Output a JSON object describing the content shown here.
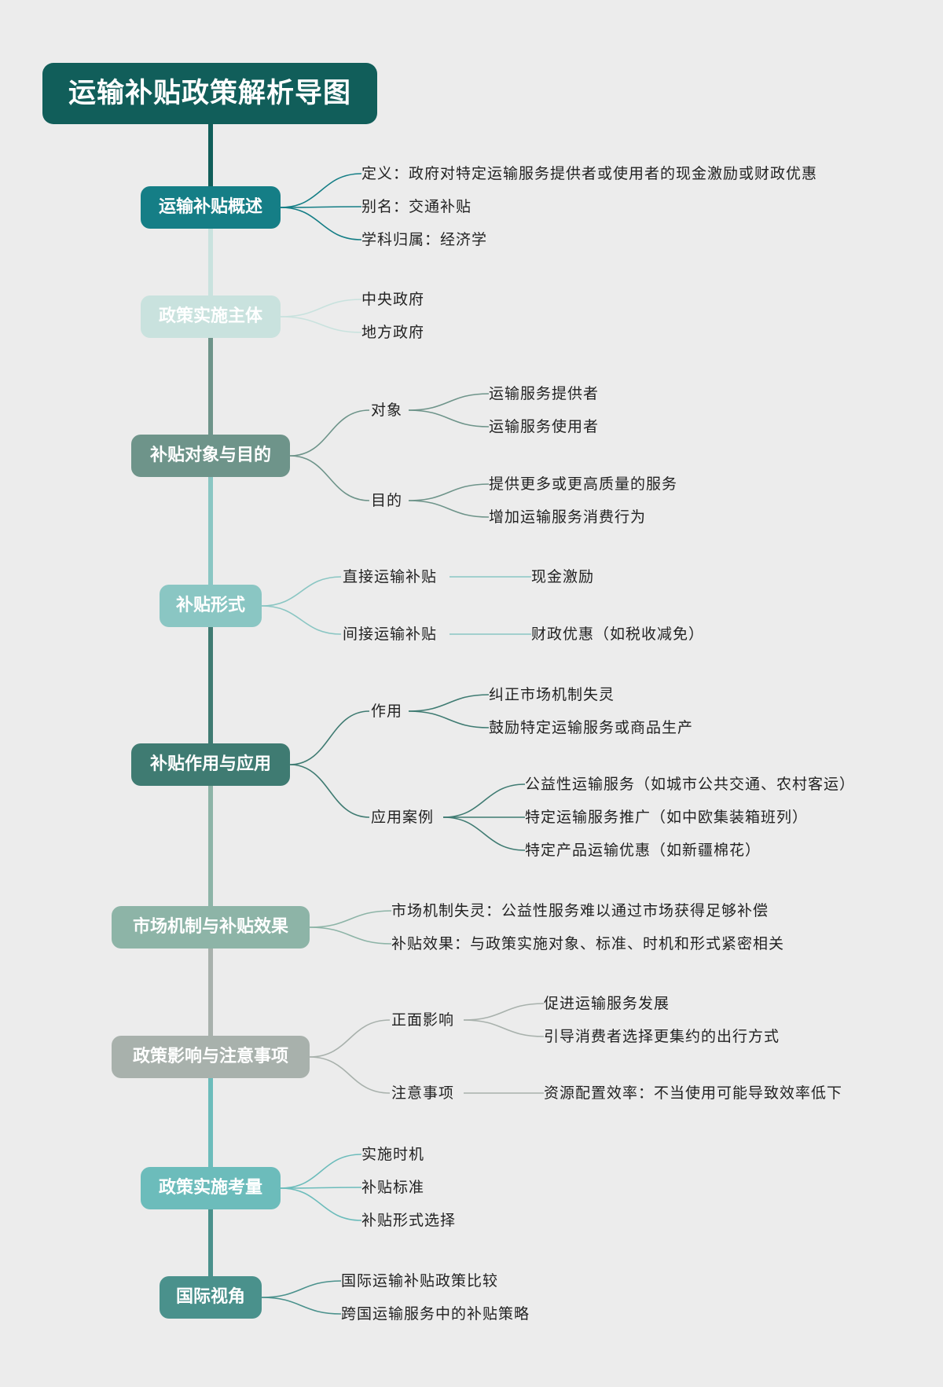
{
  "title": "运输补贴政策解析导图",
  "colors": {
    "background": "#ececec",
    "title_bg": "#115e5a",
    "overview": "#157e86",
    "subject": "#c9e2de",
    "target": "#6e948a",
    "form": "#8ac6c3",
    "effect": "#3f7b72",
    "market": "#8db4a7",
    "impact": "#a8b1ac",
    "consider": "#6cbcbb",
    "intl": "#4a918c"
  },
  "branches": [
    {
      "label": "运输补贴概述",
      "items": [
        "定义：政府对特定运输服务提供者或使用者的现金激励或财政优惠",
        "别名：交通补贴",
        "学科归属：经济学"
      ]
    },
    {
      "label": "政策实施主体",
      "items": [
        "中央政府",
        "地方政府"
      ]
    },
    {
      "label": "补贴对象与目的",
      "groups": [
        {
          "label": "对象",
          "items": [
            "运输服务提供者",
            "运输服务使用者"
          ]
        },
        {
          "label": "目的",
          "items": [
            "提供更多或更高质量的服务",
            "增加运输服务消费行为"
          ]
        }
      ]
    },
    {
      "label": "补贴形式",
      "groups": [
        {
          "label": "直接运输补贴",
          "items": [
            "现金激励"
          ]
        },
        {
          "label": "间接运输补贴",
          "items": [
            "财政优惠（如税收减免）"
          ]
        }
      ]
    },
    {
      "label": "补贴作用与应用",
      "groups": [
        {
          "label": "作用",
          "items": [
            "纠正市场机制失灵",
            "鼓励特定运输服务或商品生产"
          ]
        },
        {
          "label": "应用案例",
          "items": [
            "公益性运输服务（如城市公共交通、农村客运）",
            "特定运输服务推广（如中欧集装箱班列）",
            "特定产品运输优惠（如新疆棉花）"
          ]
        }
      ]
    },
    {
      "label": "市场机制与补贴效果",
      "items": [
        "市场机制失灵：公益性服务难以通过市场获得足够补偿",
        "补贴效果：与政策实施对象、标准、时机和形式紧密相关"
      ]
    },
    {
      "label": "政策影响与注意事项",
      "groups": [
        {
          "label": "正面影响",
          "items": [
            "促进运输服务发展",
            "引导消费者选择更集约的出行方式"
          ]
        },
        {
          "label": "注意事项",
          "items": [
            "资源配置效率：不当使用可能导致效率低下"
          ]
        }
      ]
    },
    {
      "label": "政策实施考量",
      "items": [
        "实施时机",
        "补贴标准",
        "补贴形式选择"
      ]
    },
    {
      "label": "国际视角",
      "items": [
        "国际运输补贴政策比较",
        "跨国运输服务中的补贴策略"
      ]
    }
  ]
}
